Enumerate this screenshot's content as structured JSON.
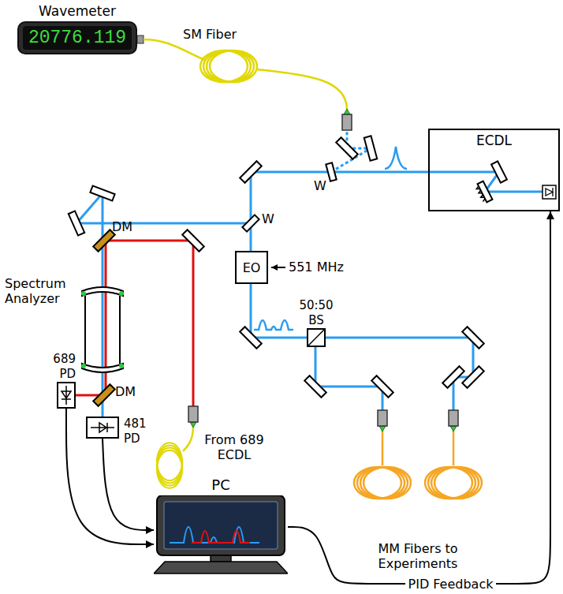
{
  "diagram": {
    "nodes": [
      {
        "text": [
          "Wavemeter",
          "20776.119"
        ]
      },
      {
        "text": [
          "ECDL"
        ]
      },
      {
        "text": [
          "EO"
        ]
      },
      {
        "text": [
          "Spectrum Analyzer"
        ]
      },
      {
        "text": [
          "689 PD"
        ]
      },
      {
        "text": [
          "481 PD"
        ]
      },
      {
        "text": [
          "50:50 BS"
        ]
      },
      {
        "text": [
          "PC"
        ]
      }
    ],
    "edges": [
      {
        "from": 4,
        "to": 7,
        "arrow": "to"
      },
      {
        "from": 5,
        "to": 7,
        "arrow": "to"
      },
      {
        "from": 7,
        "to": 1,
        "label": "PID Feedback",
        "arrow": "to"
      }
    ],
    "labels": [
      "SM Fiber",
      "W",
      "W",
      "551 MHz",
      "DM",
      "DM",
      "From 689 ECDL",
      "MM Fibers to Experiments"
    ]
  }
}
